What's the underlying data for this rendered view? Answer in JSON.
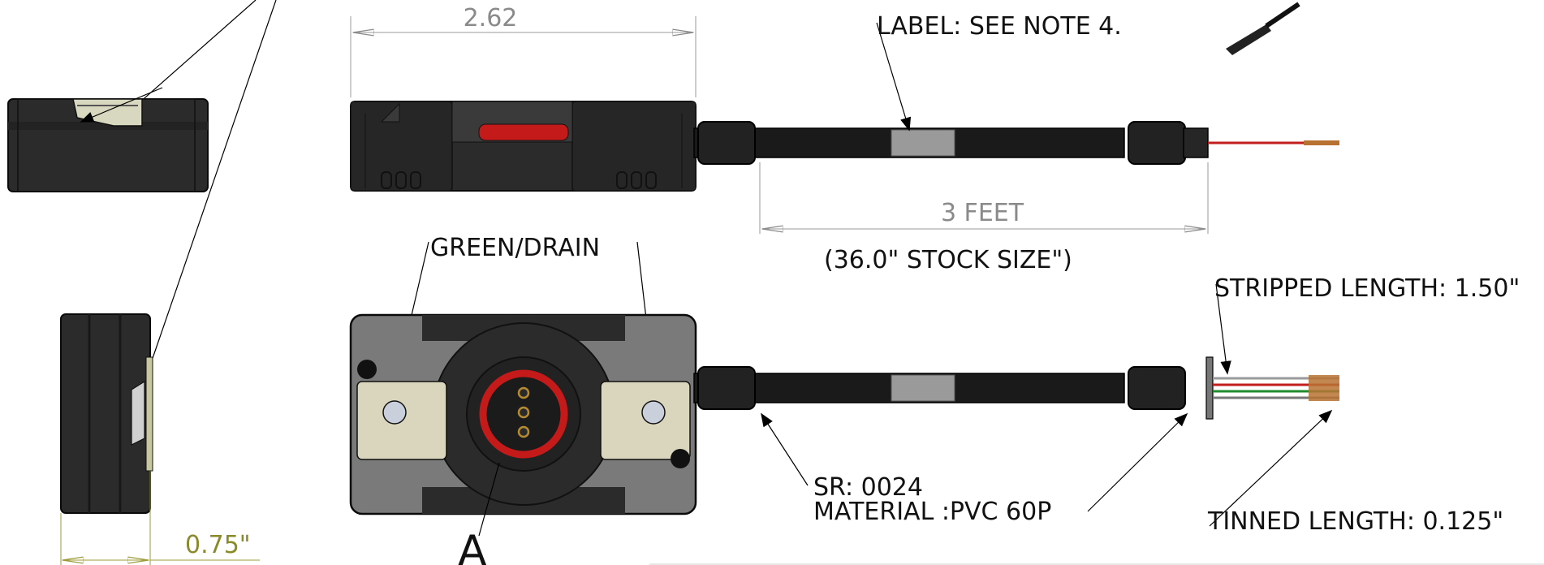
{
  "annotations": {
    "label_note": "LABEL: SEE NOTE 4.",
    "green_drain": "GREEN/DRAIN",
    "stock_size": "(36.0\" STOCK SIZE\")",
    "stripped_length": "STRIPPED LENGTH: 1.50\"",
    "sr_code": "SR: 0024",
    "material": "MATERIAL :PVC 60P",
    "tinned_length": "TINNED LENGTH: 0.125\"",
    "detail_letter": "A"
  },
  "dimensions": {
    "width": "2.62",
    "cable_length": "3 FEET",
    "thickness": "0.75\""
  },
  "colors": {
    "body": "#2b2b2b",
    "body_dark": "#161616",
    "red_ring": "#c41a1a",
    "label_band": "#9a9a9a",
    "dim_line": "#9a9a9a",
    "dim_line_side": "#9c9c3a",
    "wire_red": "#c31d1d",
    "wire_green": "#1f8a2c",
    "wire_copper": "#b87333"
  }
}
